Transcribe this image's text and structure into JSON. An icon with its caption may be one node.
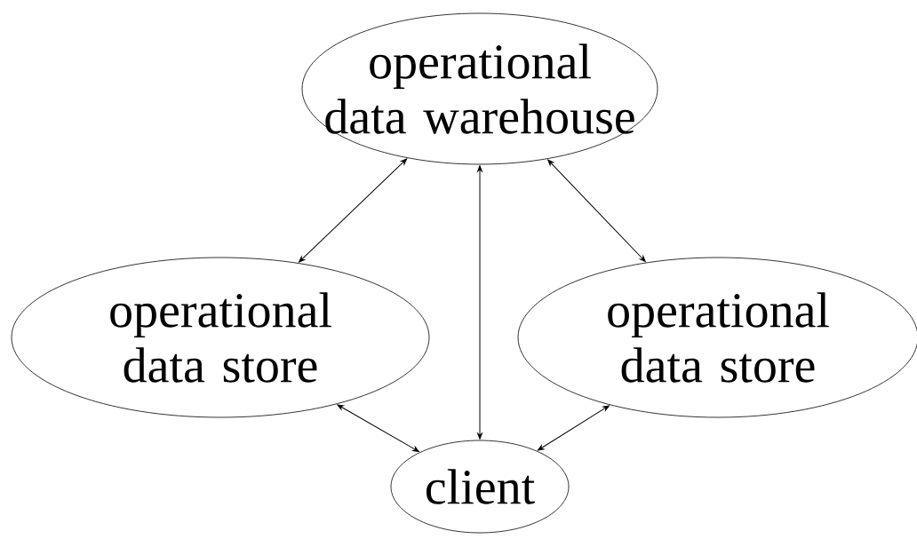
{
  "diagram": {
    "nodes": [
      {
        "text": [
          "operational data warehouse"
        ]
      },
      {
        "text": [
          "operational data store"
        ]
      },
      {
        "text": [
          "operational data store"
        ]
      },
      {
        "text": [
          "client"
        ]
      }
    ],
    "edges": [
      {
        "from": 0,
        "to": 1,
        "arrow": "both"
      },
      {
        "from": 0,
        "to": 2,
        "arrow": "both"
      },
      {
        "from": 0,
        "to": 3,
        "arrow": "both"
      },
      {
        "from": 1,
        "to": 3,
        "arrow": "both"
      },
      {
        "from": 3,
        "to": 2,
        "arrow": "both"
      }
    ]
  }
}
